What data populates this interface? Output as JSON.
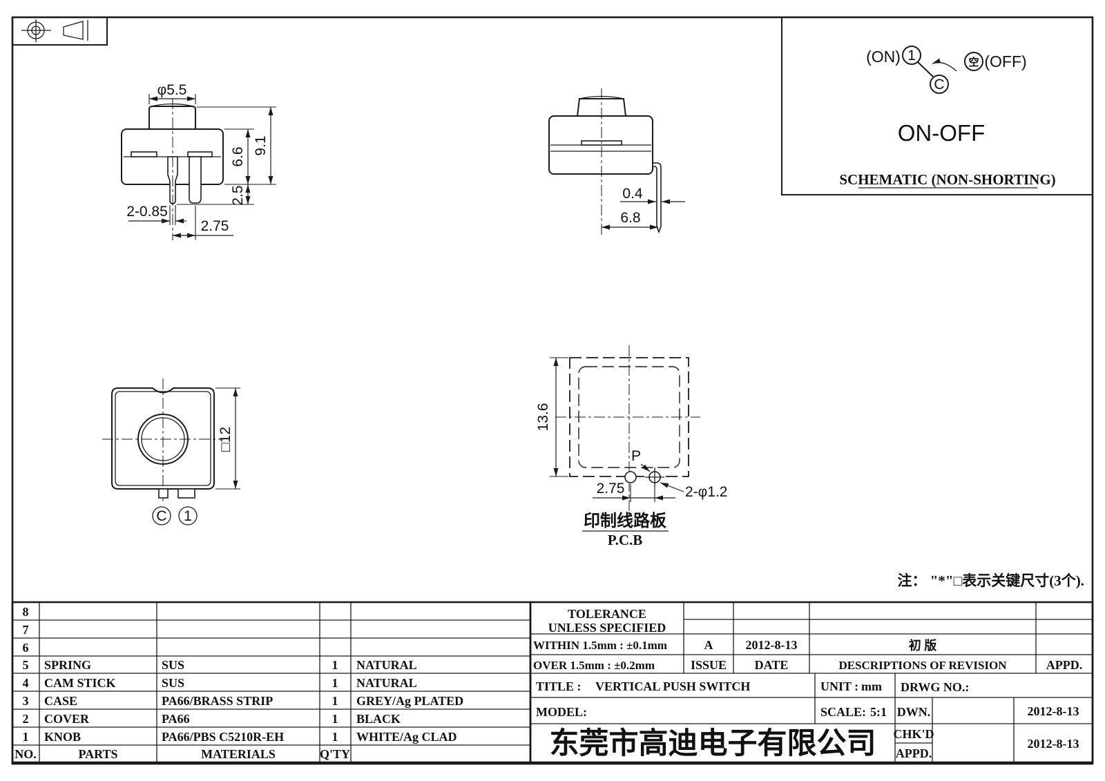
{
  "drawing": {
    "note": "注： \"*\"□表示关键尺寸(3个).",
    "front_view": {
      "dia": "φ5.5",
      "total_height": "9.1",
      "body_height": "6.6",
      "pin_length": "2.5",
      "pin_width": "2-0.85",
      "pin_pitch": "2.75"
    },
    "side_view": {
      "pin_thickness": "0.4",
      "pin_offset": "6.8"
    },
    "bottom_view": {
      "body_size": "□12",
      "terminal_c": "C",
      "terminal_1": "1"
    },
    "pcb_view": {
      "height": "13.6",
      "pitch": "2.75",
      "holes": "2-φ1.2",
      "point": "P",
      "caption_cn": "印制线路板",
      "caption_en": "P.C.B"
    },
    "schematic": {
      "on": "(ON)",
      "pole_1": "1",
      "pole_c": "C",
      "empty": "空",
      "off": "(OFF)",
      "function": "ON-OFF",
      "caption": "SCHEMATIC (NON-SHORTING)"
    }
  },
  "parts_table": {
    "headers": {
      "no": "NO.",
      "parts": "PARTS",
      "materials": "MATERIALS",
      "qty": "Q'TY"
    },
    "rows": [
      {
        "no": "8",
        "part": "",
        "material": "",
        "qty": "",
        "finish": ""
      },
      {
        "no": "7",
        "part": "",
        "material": "",
        "qty": "",
        "finish": ""
      },
      {
        "no": "6",
        "part": "",
        "material": "",
        "qty": "",
        "finish": ""
      },
      {
        "no": "5",
        "part": "SPRING",
        "material": "SUS",
        "qty": "1",
        "finish": "NATURAL"
      },
      {
        "no": "4",
        "part": "CAM STICK",
        "material": "SUS",
        "qty": "1",
        "finish": "NATURAL"
      },
      {
        "no": "3",
        "part": "CASE",
        "material": "PA66/BRASS STRIP",
        "qty": "1",
        "finish": "GREY/Ag PLATED"
      },
      {
        "no": "2",
        "part": "COVER",
        "material": "PA66",
        "qty": "1",
        "finish": "BLACK"
      },
      {
        "no": "1",
        "part": "KNOB",
        "material": "PA66/PBS C5210R-EH",
        "qty": "1",
        "finish": "WHITE/Ag CLAD"
      }
    ]
  },
  "title_block": {
    "tolerance_line1": "TOLERANCE",
    "tolerance_line2": "UNLESS  SPECIFIED",
    "within": "WITHIN 1.5mm : ±0.1mm",
    "over": "OVER 1.5mm : ±0.2mm",
    "issue_value": "A",
    "issue_label": "ISSUE",
    "date_value": "2012-8-13",
    "date_label": "DATE",
    "revision_desc": "初  版",
    "revision_header": "DESCRIPTIONS OF REVISION",
    "appd_header": "APPD.",
    "title_label": "TITLE :",
    "title_value": "VERTICAL PUSH SWITCH",
    "unit_label": "UNIT :",
    "unit_value": "mm",
    "drwg_label": "DRWG NO.:",
    "model_label": "MODEL:",
    "scale_label": "SCALE:",
    "scale_value": "5:1",
    "dwn_label": "DWN.",
    "dwn_date": "2012-8-13",
    "chkd_label": "CHK'D",
    "chkd_date": "2012-8-13",
    "appd_label": "APPD.",
    "company": "东莞市高迪电子有限公司",
    "company_color": "#e8491d"
  }
}
